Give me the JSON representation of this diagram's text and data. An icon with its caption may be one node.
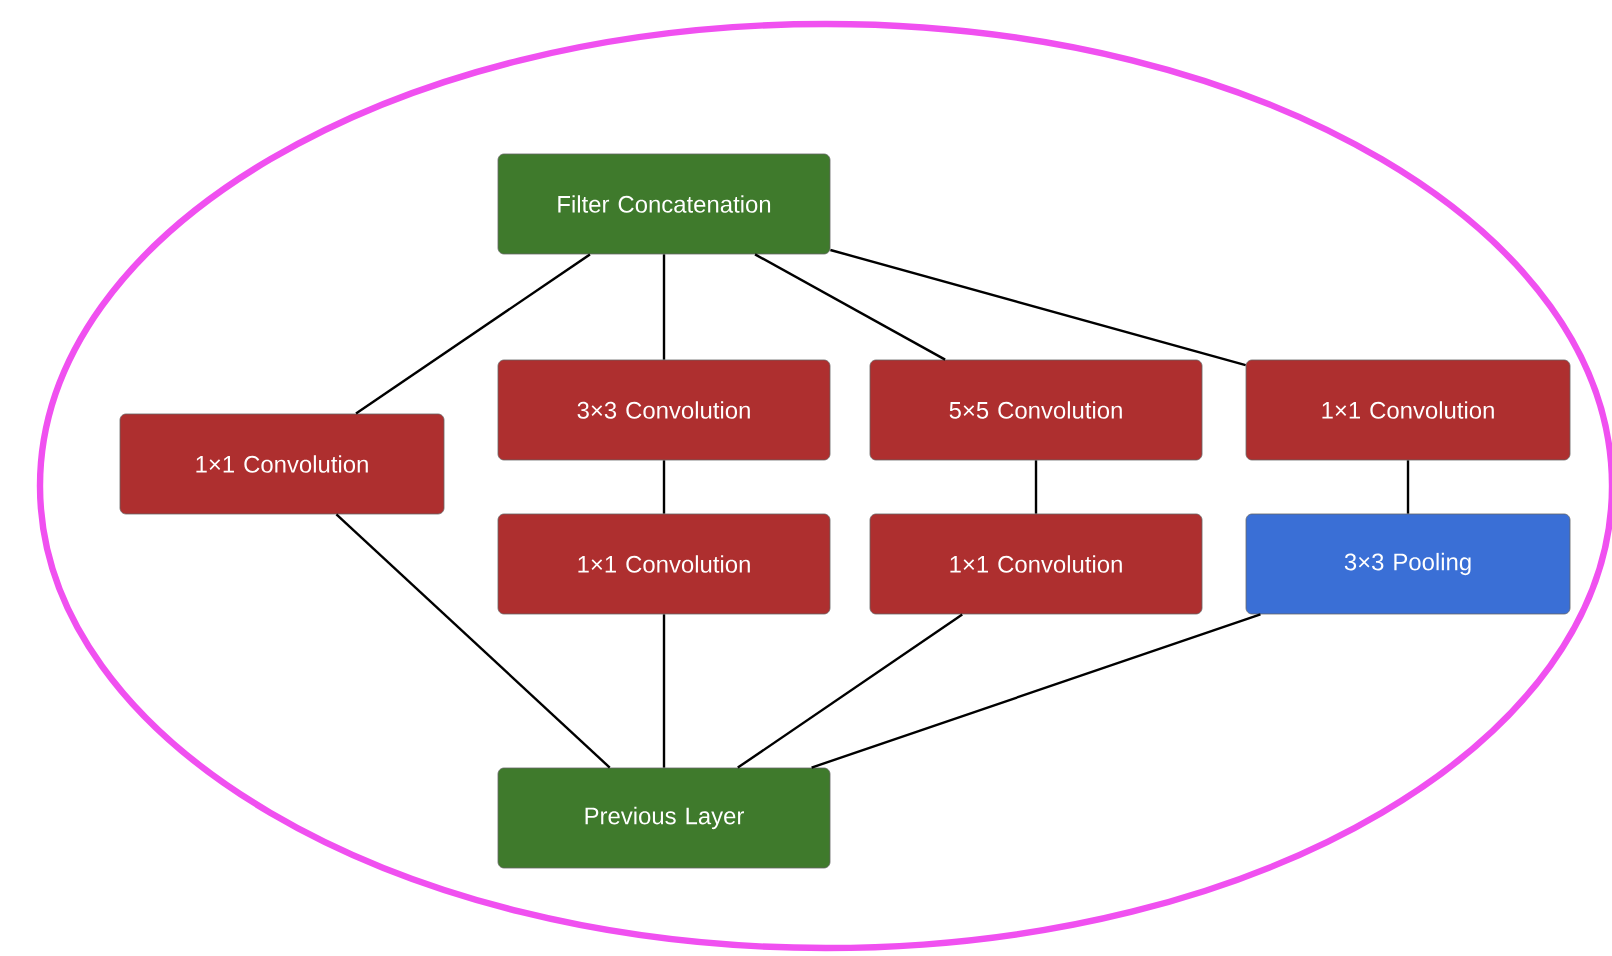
{
  "diagram": {
    "nodes": [
      {
        "text": [
          "Filter Concatenation"
        ]
      },
      {
        "text": [
          "1×1 Convolution"
        ]
      },
      {
        "text": [
          "3×3 Convolution"
        ]
      },
      {
        "text": [
          "5×5 Convolution"
        ]
      },
      {
        "text": [
          "1×1 Convolution"
        ]
      },
      {
        "text": [
          "1×1 Convolution"
        ]
      },
      {
        "text": [
          "1×1 Convolution"
        ]
      },
      {
        "text": [
          "3×3 Pooling"
        ]
      },
      {
        "text": [
          "Previous Layer"
        ]
      }
    ],
    "edges": [
      {
        "from": 0,
        "to": 1,
        "arrow": "none"
      },
      {
        "from": 0,
        "to": 2,
        "arrow": "none"
      },
      {
        "from": 0,
        "to": 3,
        "arrow": "none"
      },
      {
        "from": 0,
        "to": 4,
        "arrow": "none"
      },
      {
        "from": 2,
        "to": 5,
        "arrow": "none"
      },
      {
        "from": 3,
        "to": 6,
        "arrow": "none"
      },
      {
        "from": 4,
        "to": 7,
        "arrow": "none"
      },
      {
        "from": 1,
        "to": 8,
        "arrow": "none"
      },
      {
        "from": 5,
        "to": 8,
        "arrow": "none"
      },
      {
        "from": 6,
        "to": 8,
        "arrow": "none"
      },
      {
        "from": 7,
        "to": 8,
        "arrow": "none"
      }
    ]
  }
}
